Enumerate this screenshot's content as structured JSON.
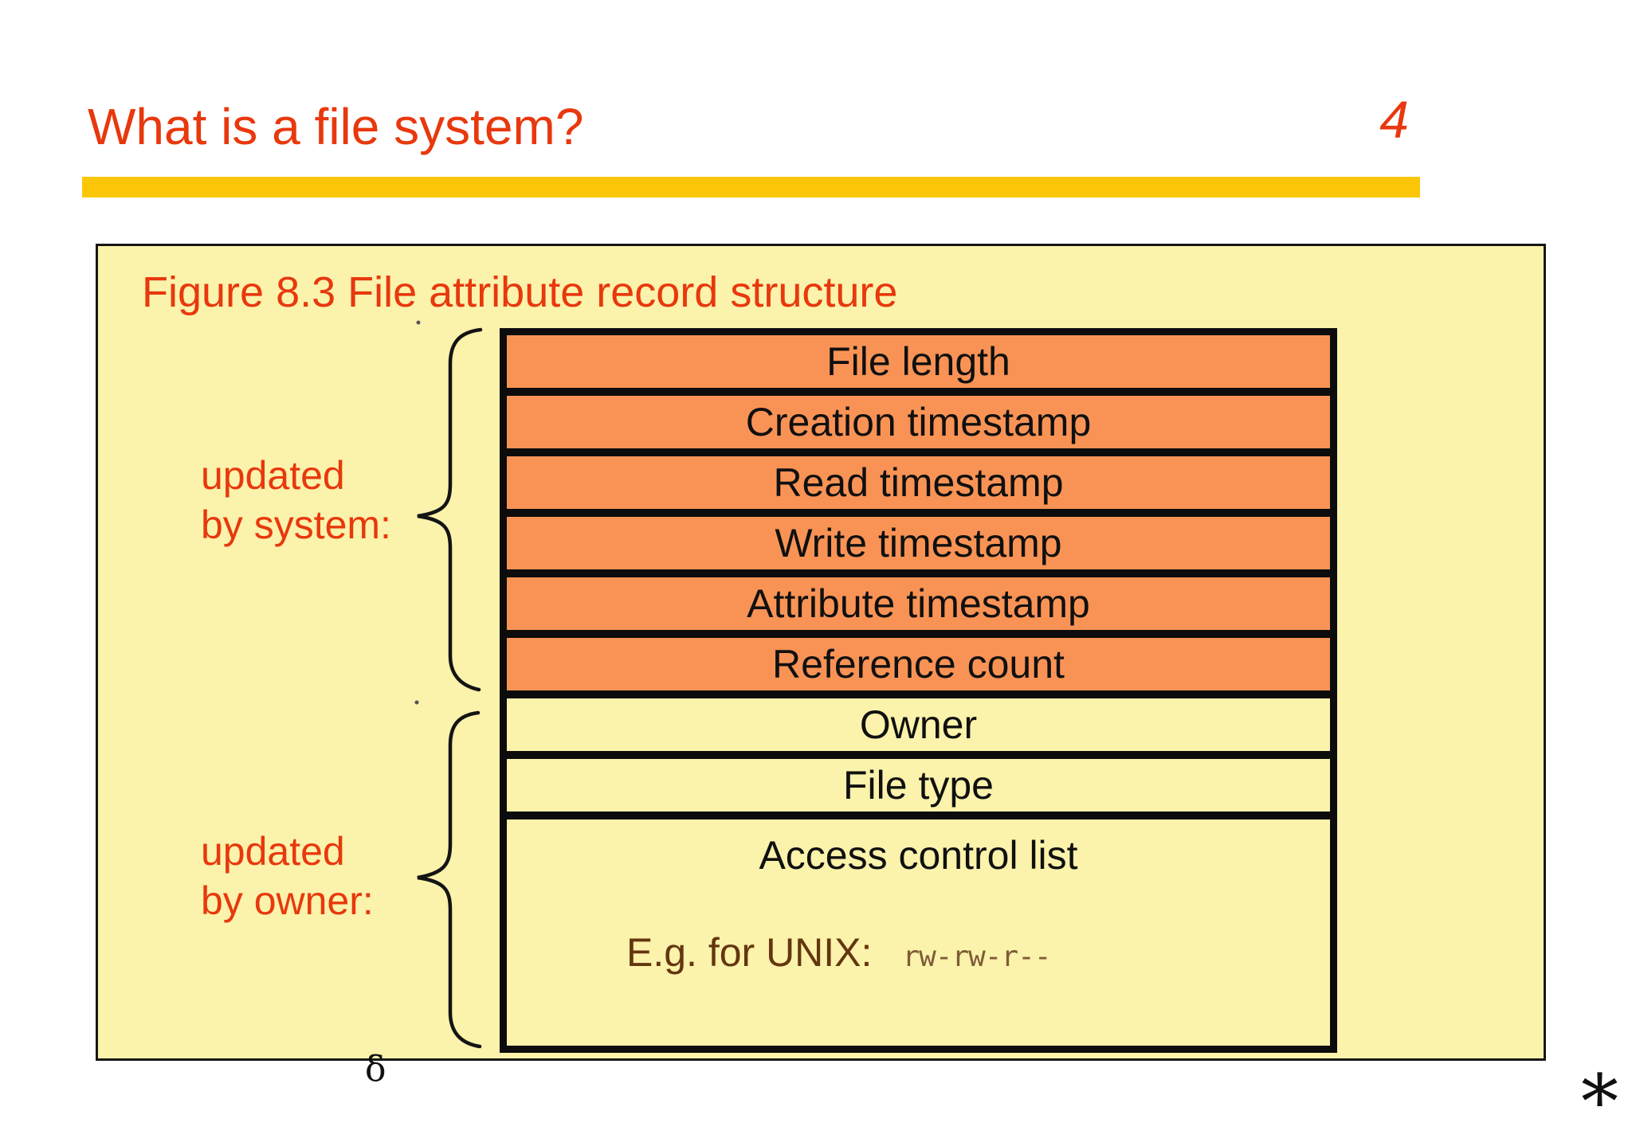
{
  "slide": {
    "title": "What is a file system?",
    "page_number": "4",
    "delta_mark": "δ",
    "footnote_star": "*"
  },
  "figure": {
    "caption": "Figure 8.3 File attribute record structure",
    "system_group": {
      "line1": "updated",
      "line2": "by system:"
    },
    "owner_group": {
      "line1": "updated",
      "line2": "by owner:"
    },
    "table": {
      "system_rows": [
        "File length",
        "Creation timestamp",
        "Read timestamp",
        "Write timestamp",
        "Attribute timestamp",
        "Reference count"
      ],
      "owner_rows": [
        "Owner",
        "File type"
      ],
      "acl": {
        "label": "Access control list",
        "example_label": "E.g. for UNIX:",
        "example_value": "rw-rw-r--"
      }
    }
  },
  "colors": {
    "accent_red": "#e8380d",
    "bar_gold": "#fcc608",
    "panel_yellow": "#fbf2ab",
    "row_orange": "#f99355",
    "table_border_black": "#0c0c0c",
    "example_label_brown": "#63360f",
    "example_value_brown": "#7d5c36"
  }
}
